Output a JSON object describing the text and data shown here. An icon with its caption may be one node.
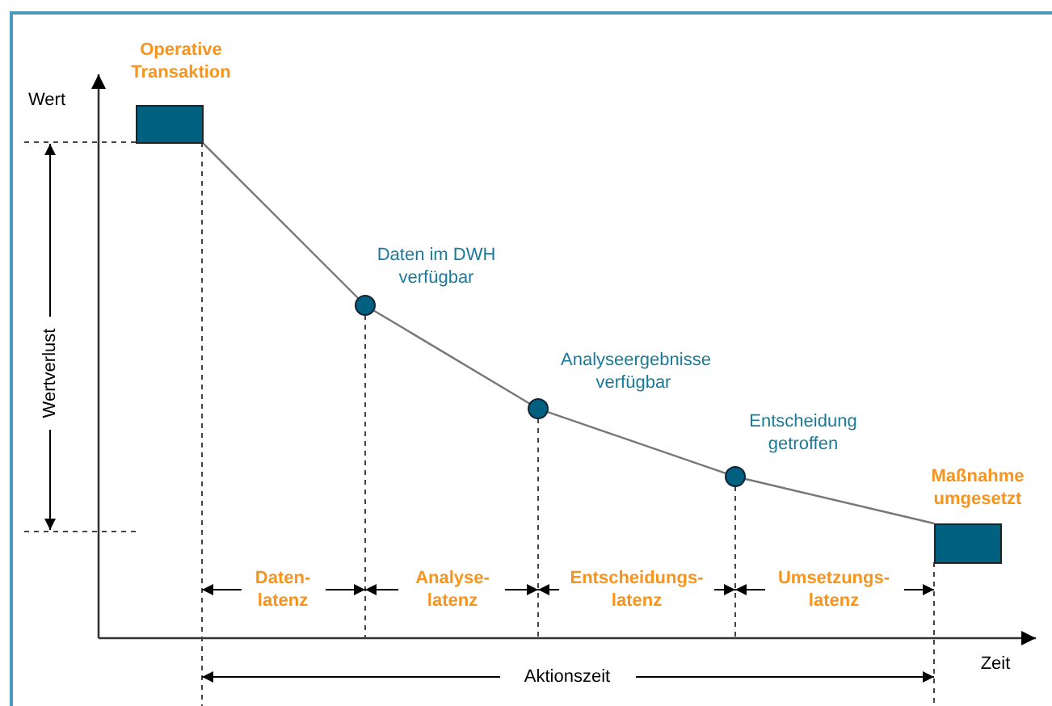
{
  "diagram": {
    "nodes": [
      {
        "text": [
          "Operative Transaktion"
        ]
      },
      {
        "text": [
          "Daten im DWH verfügbar"
        ]
      },
      {
        "text": [
          "Analyseergebnisse verfügbar"
        ]
      },
      {
        "text": [
          "Entscheidung getroffen"
        ]
      },
      {
        "text": [
          "Maßnahme umgesetzt"
        ]
      }
    ],
    "edges": [
      {
        "from": 0,
        "to": 1,
        "arrow": "none"
      },
      {
        "from": 1,
        "to": 2,
        "arrow": "none"
      },
      {
        "from": 2,
        "to": 3,
        "arrow": "none"
      },
      {
        "from": 3,
        "to": 4,
        "arrow": "none"
      }
    ],
    "labels": [
      "Wert",
      "Wertverlust",
      "Daten- latenz",
      "Analyse- latenz",
      "Entscheidungs- latenz",
      "Umsetzungs- latenz",
      "Zeit",
      "Aktionszeit"
    ]
  }
}
